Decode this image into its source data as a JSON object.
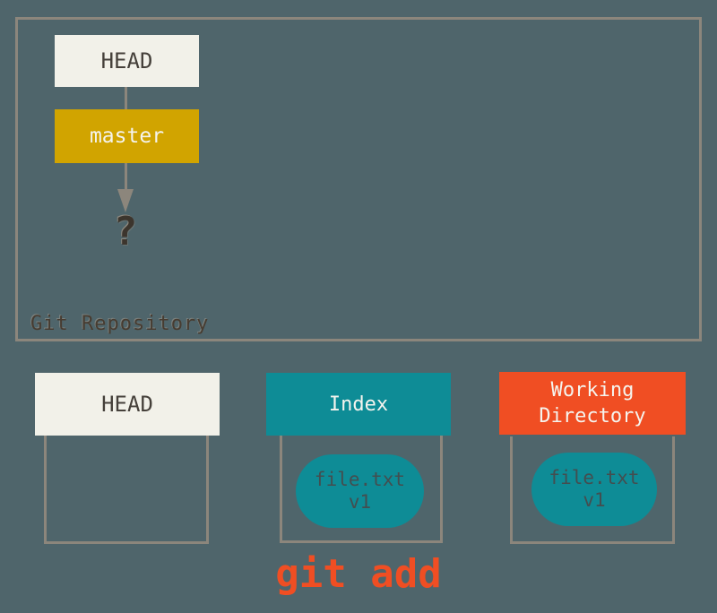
{
  "colors": {
    "bg": "#4f656b",
    "line": "#8c867c",
    "cream": "#f2f1e9",
    "gold": "#d1a400",
    "teal": "#0e8c96",
    "red": "#f04e23",
    "dark_text": "#45403a",
    "light_text": "#f5f4ee",
    "blob_text": "#434e50",
    "repo_label_text": "#473c31",
    "question_text": "#3c352d"
  },
  "repository": {
    "label": "Git Repository",
    "head_ref": "HEAD",
    "branch": "master",
    "target": "?"
  },
  "columns": [
    {
      "title": "HEAD",
      "files": []
    },
    {
      "title": "Index",
      "files": [
        {
          "name": "file.txt",
          "version": "v1"
        }
      ]
    },
    {
      "title_lines": [
        "Working",
        "Directory"
      ],
      "files": [
        {
          "name": "file.txt",
          "version": "v1"
        }
      ]
    }
  ],
  "command": "git add"
}
